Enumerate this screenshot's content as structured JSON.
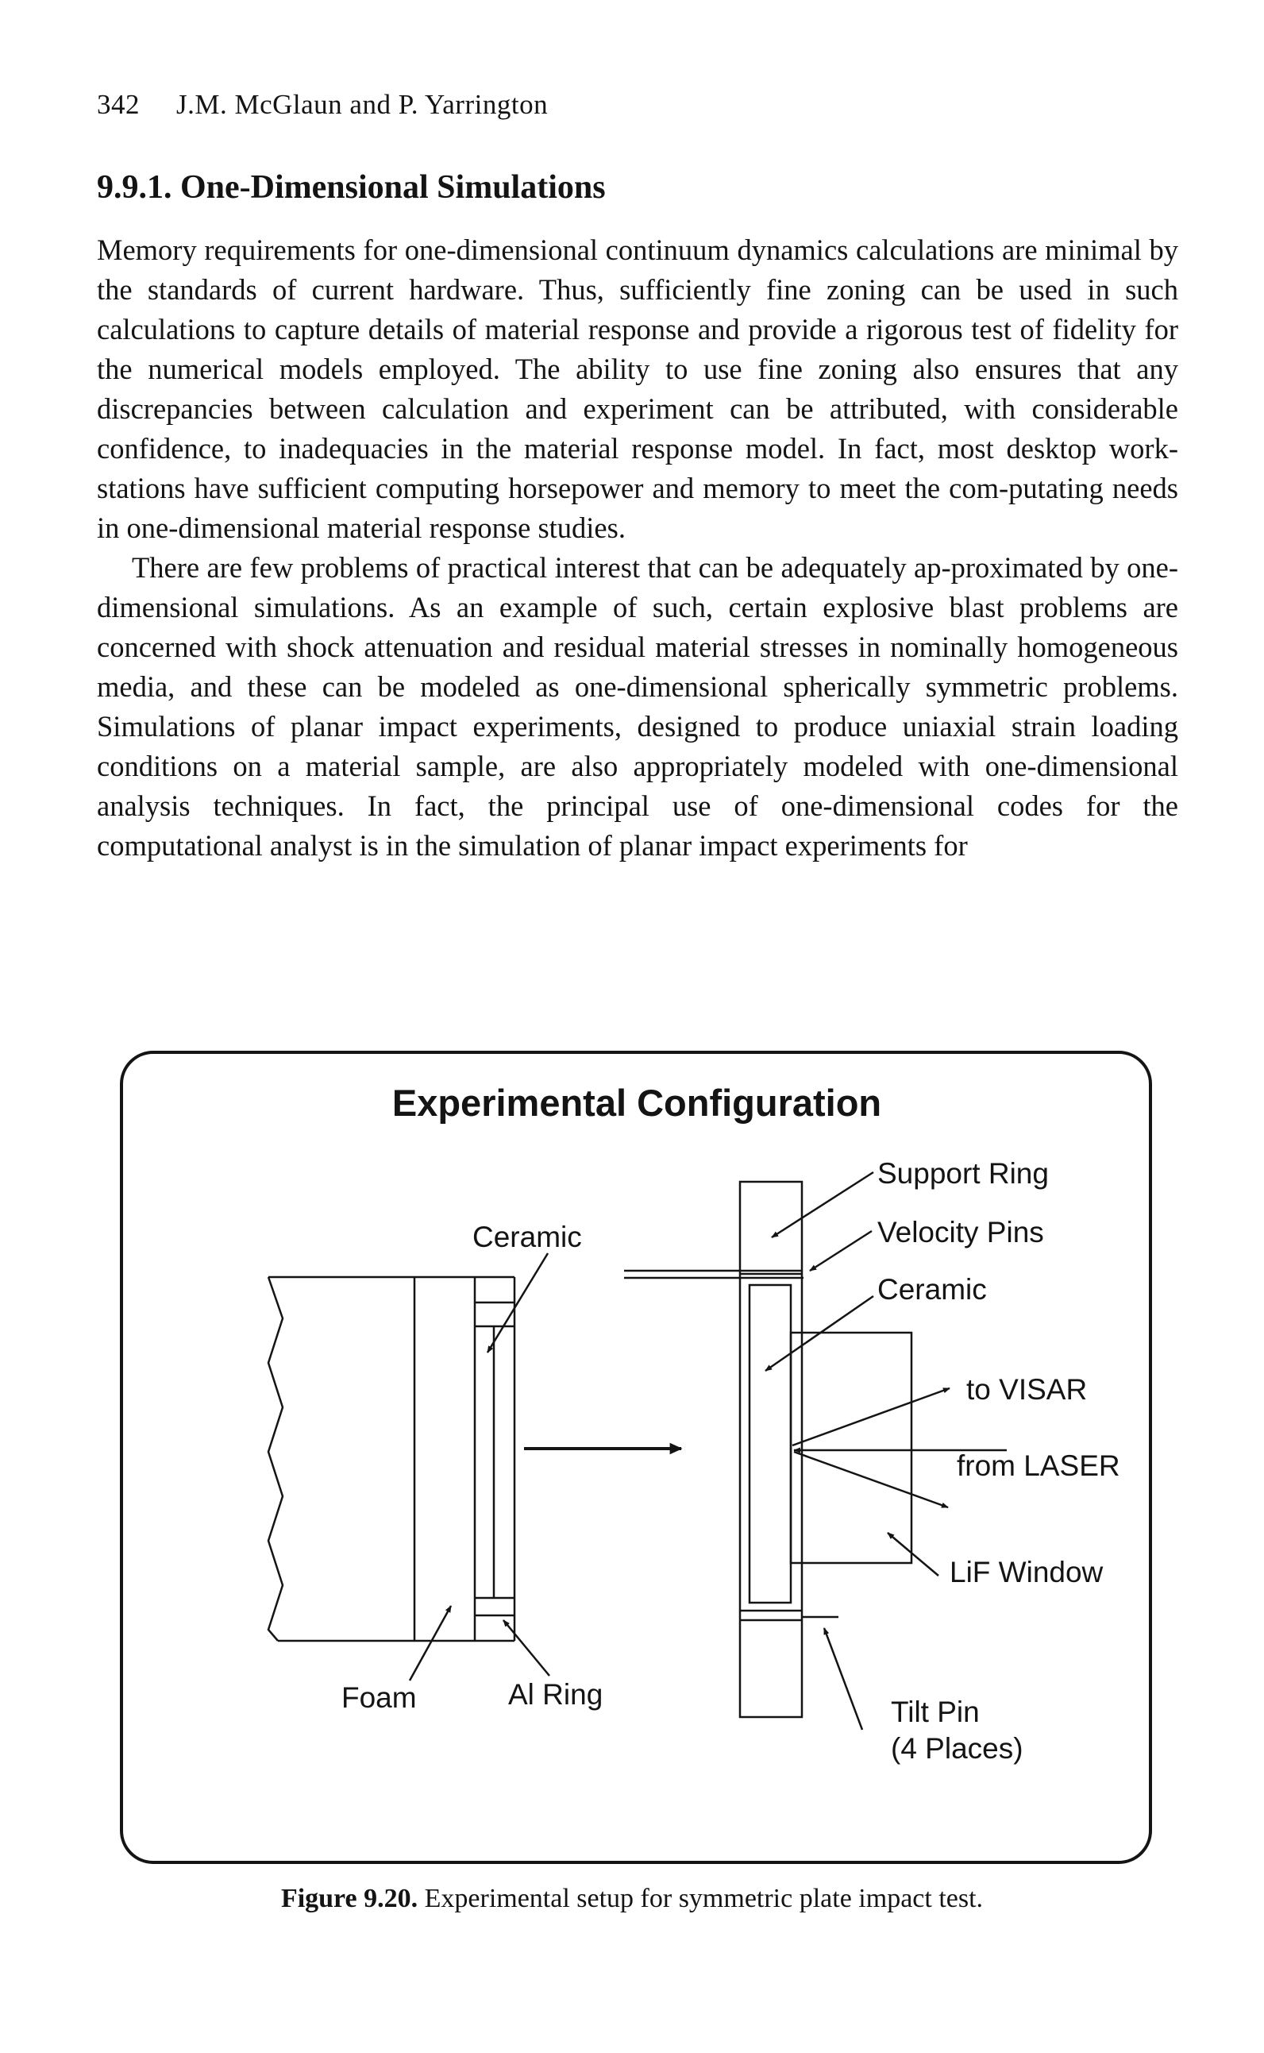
{
  "header": {
    "page_number": "342",
    "authors": "J.M. McGlaun and P. Yarrington"
  },
  "section": {
    "heading": "9.9.1. One-Dimensional Simulations"
  },
  "paragraphs": [
    "Memory requirements for one-dimensional continuum dynamics calculations are minimal by the standards of current hardware. Thus, sufficiently fine zoning can be used in such calculations to capture details of material response and provide a rigorous test of fidelity for the numerical models employed. The ability to use fine zoning also ensures that any discrepancies between calculation and experiment can be attributed, with considerable confidence, to inadequacies in the material response model. In fact, most desktop work-stations have sufficient computing horsepower and memory to meet the com-putating needs in one-dimensional material response studies.",
    "There are few problems of practical interest that can be adequately ap-proximated by one-dimensional simulations. As an example of such, certain explosive blast problems are concerned with shock attenuation and residual material stresses in nominally homogeneous media, and these can be modeled as one-dimensional spherically symmetric problems. Simulations of planar impact experiments, designed to produce uniaxial strain loading conditions on a material sample, are also appropriately modeled with one-dimensional analysis techniques. In fact, the principal use of one-dimensional codes for the computational analyst is in the simulation of planar impact experiments for"
  ],
  "figure": {
    "title": "Experimental Configuration",
    "labels": {
      "support_ring": "Support Ring",
      "velocity_pins": "Velocity Pins",
      "ceramic_right": "Ceramic",
      "ceramic_left": "Ceramic",
      "to_visar": "to VISAR",
      "from_laser": "from LASER",
      "lif_window": "LiF Window",
      "foam": "Foam",
      "al_ring": "Al Ring",
      "tilt_pin_line1": "Tilt Pin",
      "tilt_pin_line2": "(4 Places)"
    },
    "caption_label": "Figure 9.20.",
    "caption_text": " Experimental setup for symmetric plate impact test."
  }
}
